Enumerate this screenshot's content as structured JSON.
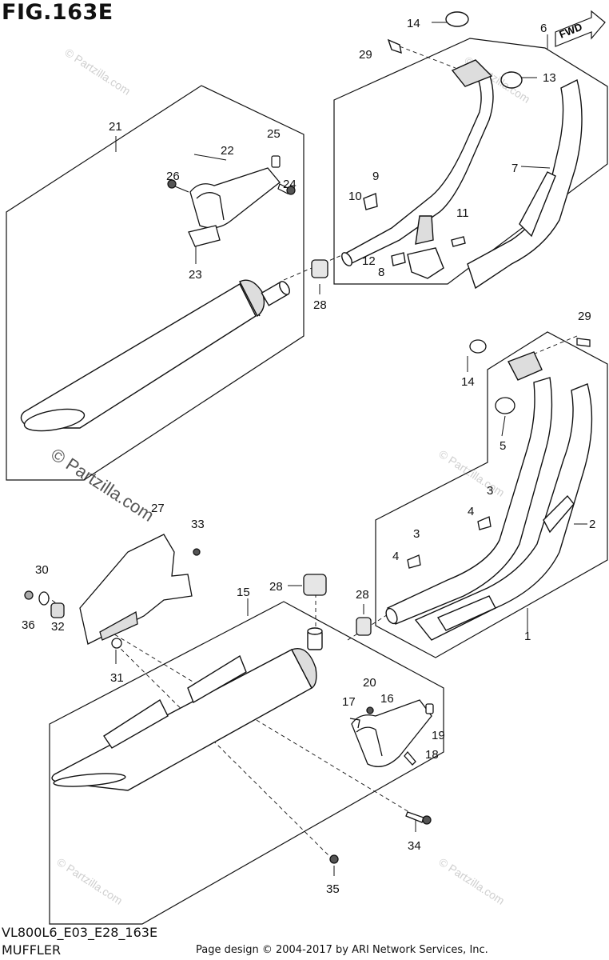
{
  "figure": {
    "title": "FIG.163E",
    "model_code": "VL800L6_E03_E28_163E",
    "section": "MUFFLER",
    "credit": "Page design © 2004-2017 by ARI Network Services, Inc."
  },
  "watermark": {
    "text": "© Partzilla.com"
  },
  "fwd_label": "FWD",
  "callouts": {
    "c1": "1",
    "c2": "2",
    "c3a": "3",
    "c3b": "3",
    "c4a": "4",
    "c4b": "4",
    "c5": "5",
    "c6": "6",
    "c7": "7",
    "c8": "8",
    "c9": "9",
    "c10": "10",
    "c11": "11",
    "c12": "12",
    "c13": "13",
    "c14a": "14",
    "c14b": "14",
    "c15": "15",
    "c16": "16",
    "c17": "17",
    "c18": "18",
    "c19": "19",
    "c20": "20",
    "c21": "21",
    "c22": "22",
    "c23": "23",
    "c24": "24",
    "c25": "25",
    "c26": "26",
    "c27": "27",
    "c28a": "28",
    "c28b": "28",
    "c28c": "28",
    "c29a": "29",
    "c29b": "29",
    "c30": "30",
    "c31": "31",
    "c32": "32",
    "c33": "33",
    "c34": "34",
    "c35": "35",
    "c36": "36"
  }
}
